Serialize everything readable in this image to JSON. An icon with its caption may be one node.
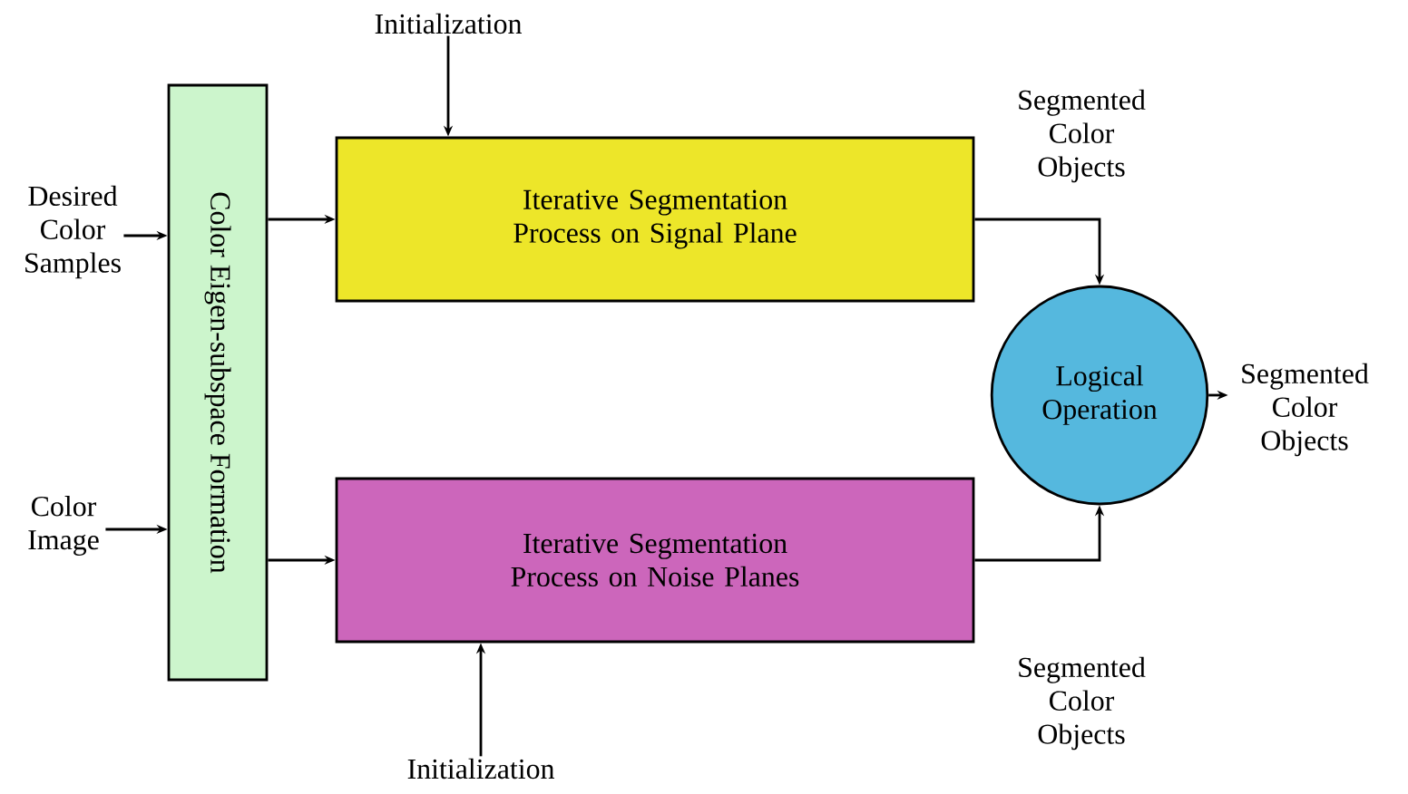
{
  "diagram": {
    "nodes": [
      {
        "text": [
          "Initialization"
        ]
      },
      {
        "text": [
          "Desired Color Samples"
        ]
      },
      {
        "text": [
          "Color Image"
        ]
      },
      {
        "text": [
          "Color Eigen-subspace Formation"
        ]
      },
      {
        "text": [
          "Iterative Segmentation Process on Signal Plane"
        ]
      },
      {
        "text": [
          "Iterative Segmentation Process on Noise Planes"
        ]
      },
      {
        "text": [
          "Logical Operation"
        ]
      },
      {
        "text": [
          "Segmented Color Objects"
        ]
      },
      {
        "text": [
          "Initialization"
        ]
      }
    ],
    "edges": [
      {
        "from": 0,
        "to": 4,
        "arrow": "to"
      },
      {
        "from": 1,
        "to": 3,
        "arrow": "to"
      },
      {
        "from": 2,
        "to": 3,
        "arrow": "to"
      },
      {
        "from": 3,
        "to": 4,
        "arrow": "to"
      },
      {
        "from": 3,
        "to": 5,
        "arrow": "to"
      },
      {
        "from": 8,
        "to": 5,
        "arrow": "to"
      },
      {
        "from": 4,
        "to": 6,
        "arrow": "to"
      },
      {
        "from": 5,
        "to": 6,
        "arrow": "to"
      },
      {
        "from": 6,
        "to": 7,
        "arrow": "to"
      }
    ],
    "labels": [
      "Segmented Color Objects",
      "Segmented Color Objects"
    ]
  }
}
